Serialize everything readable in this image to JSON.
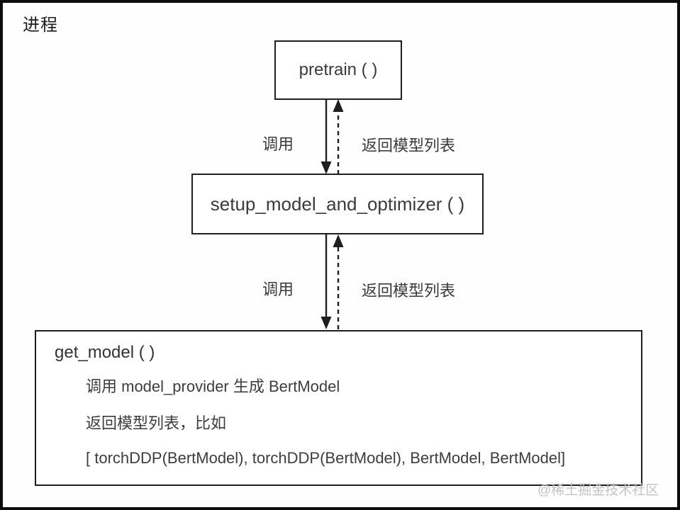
{
  "page": {
    "title": "进程"
  },
  "diagram": {
    "nodes": [
      {
        "id": "pretrain",
        "label": "pretrain ( )"
      },
      {
        "id": "setup_model_and_optimizer",
        "label": "setup_model_and_optimizer ( )"
      },
      {
        "id": "get_model",
        "title": "get_model ( )",
        "lines": [
          "调用 model_provider 生成 BertModel",
          "返回模型列表，比如",
          "[ torchDDP(BertModel), torchDDP(BertModel), BertModel, BertModel]"
        ]
      }
    ],
    "edges": [
      {
        "from": "pretrain",
        "to": "setup_model_and_optimizer",
        "call_label": "调用",
        "return_label": "返回模型列表",
        "call_style": "solid-down-arrow",
        "return_style": "dashed-up-arrow"
      },
      {
        "from": "setup_model_and_optimizer",
        "to": "get_model",
        "call_label": "调用",
        "return_label": "返回模型列表",
        "call_style": "solid-down-arrow",
        "return_style": "dashed-up-arrow"
      }
    ],
    "line_color": "#1f1f1f"
  },
  "watermark": "@稀土掘金技术社区"
}
